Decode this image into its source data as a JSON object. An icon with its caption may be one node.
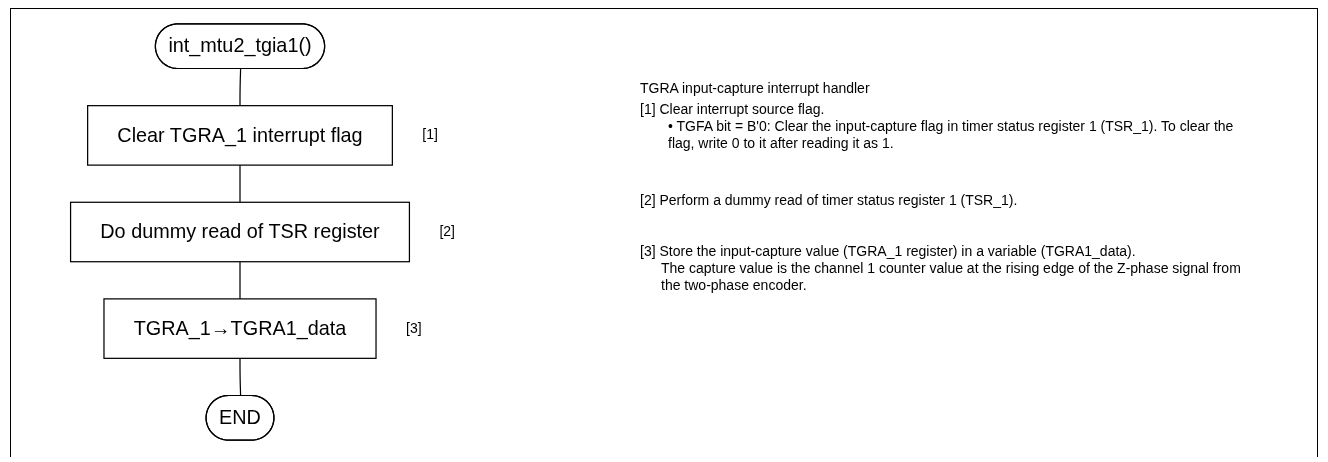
{
  "diagram": {
    "nodes": [
      {
        "text": [
          "int_mtu2_tgia1()"
        ]
      },
      {
        "text": [
          "Clear TGRA_1 interrupt flag"
        ],
        "beside": [
          "[1]"
        ]
      },
      {
        "text": [
          "Do dummy read of TSR register"
        ],
        "beside": [
          "[2]"
        ]
      },
      {
        "text": [
          "TGRA_1→TGRA1_data"
        ],
        "beside": [
          "[3]"
        ]
      },
      {
        "text": [
          "END"
        ]
      }
    ],
    "edges": [
      {
        "from": 0,
        "to": 1,
        "arrow": "none"
      },
      {
        "from": 1,
        "to": 2,
        "arrow": "none"
      },
      {
        "from": 2,
        "to": 3,
        "arrow": "none"
      },
      {
        "from": 3,
        "to": 4,
        "arrow": "none"
      }
    ],
    "labels": [
      "TGRA input-capture interrupt handler",
      "[1] Clear interrupt source flag.",
      "• TGFA bit = B'0: Clear the input-capture flag in timer status register 1 (TSR_1). To clear the flag, write 0 to it after reading it as 1.",
      "[2] Perform a dummy read of timer status register 1 (TSR_1).",
      "[3] Store the input-capture value (TGRA_1 register) in a variable (TGRA1_data).",
      "The capture value is the channel 1 counter value at the rising edge of the Z-phase signal from the two-phase encoder."
    ]
  }
}
